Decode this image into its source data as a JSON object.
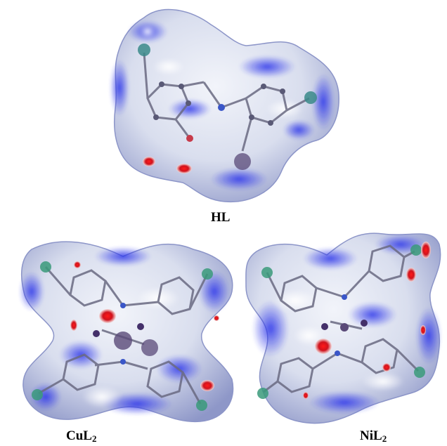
{
  "figure": {
    "structures": [
      {
        "id": "HL",
        "label_main": "HL",
        "label_sub": ""
      },
      {
        "id": "CuL2",
        "label_main": "CuL",
        "label_sub": "2"
      },
      {
        "id": "NiL2",
        "label_main": "NiL",
        "label_sub": "2"
      }
    ]
  },
  "colors": {
    "surface_white": "#e9ecf4",
    "surface_blue": "#3a46e6",
    "surface_red": "#e3141b",
    "atom_carbon": "#595976",
    "atom_chlorine": "#3a9a7a",
    "atom_nitrogen": "#3a56c8",
    "atom_oxygen": "#c73a4a",
    "atom_metal": "#44306a"
  }
}
